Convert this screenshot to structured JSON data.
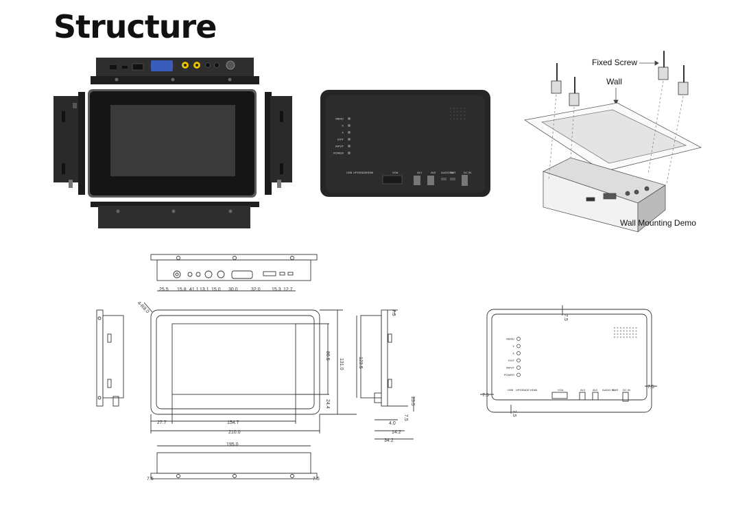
{
  "title": "Structure",
  "labels": {
    "fixed_screw": "Fixed Screw",
    "wall": "Wall",
    "wall_mounting_demo": "Wall Mounting Demo"
  },
  "rear_panel": {
    "buttons": [
      "MENU",
      "∨",
      "∧",
      "EXIT",
      "INPUT",
      "POWER"
    ],
    "ports": [
      "USB",
      "UPGRADE",
      "HDMI",
      "VGA",
      "AV1",
      "AV2",
      "AUDIO IN",
      "EAR",
      "DC IN"
    ]
  },
  "dimensions": {
    "top_view": [
      "25.5",
      "15.8",
      "41.1",
      "13.1",
      "15.0",
      "30.0",
      "32.0",
      "15.3",
      "12.7"
    ],
    "corner_radius": "4-R8.0",
    "front_width_screen": "154.7",
    "front_left_margin": "27.7",
    "front_total_width": "210.0",
    "front_height_screen": "86.5",
    "front_height_total": "131.0",
    "front_bottom_margin": "24.4",
    "side_height": "123.5",
    "side_top": "7.5",
    "side_bottom": "23.5",
    "side_depth_small": "4.0",
    "side_depth_mid": "7.5",
    "side_depth_sub": "14.2",
    "side_depth_total": "34.2",
    "bottom_width": "195.0",
    "bottom_margin": "7.5",
    "back_margin": "7.5"
  },
  "colors": {
    "metal": "#2b2b2b",
    "bezel": "#555555",
    "screen": "#222222",
    "line": "#333333"
  }
}
